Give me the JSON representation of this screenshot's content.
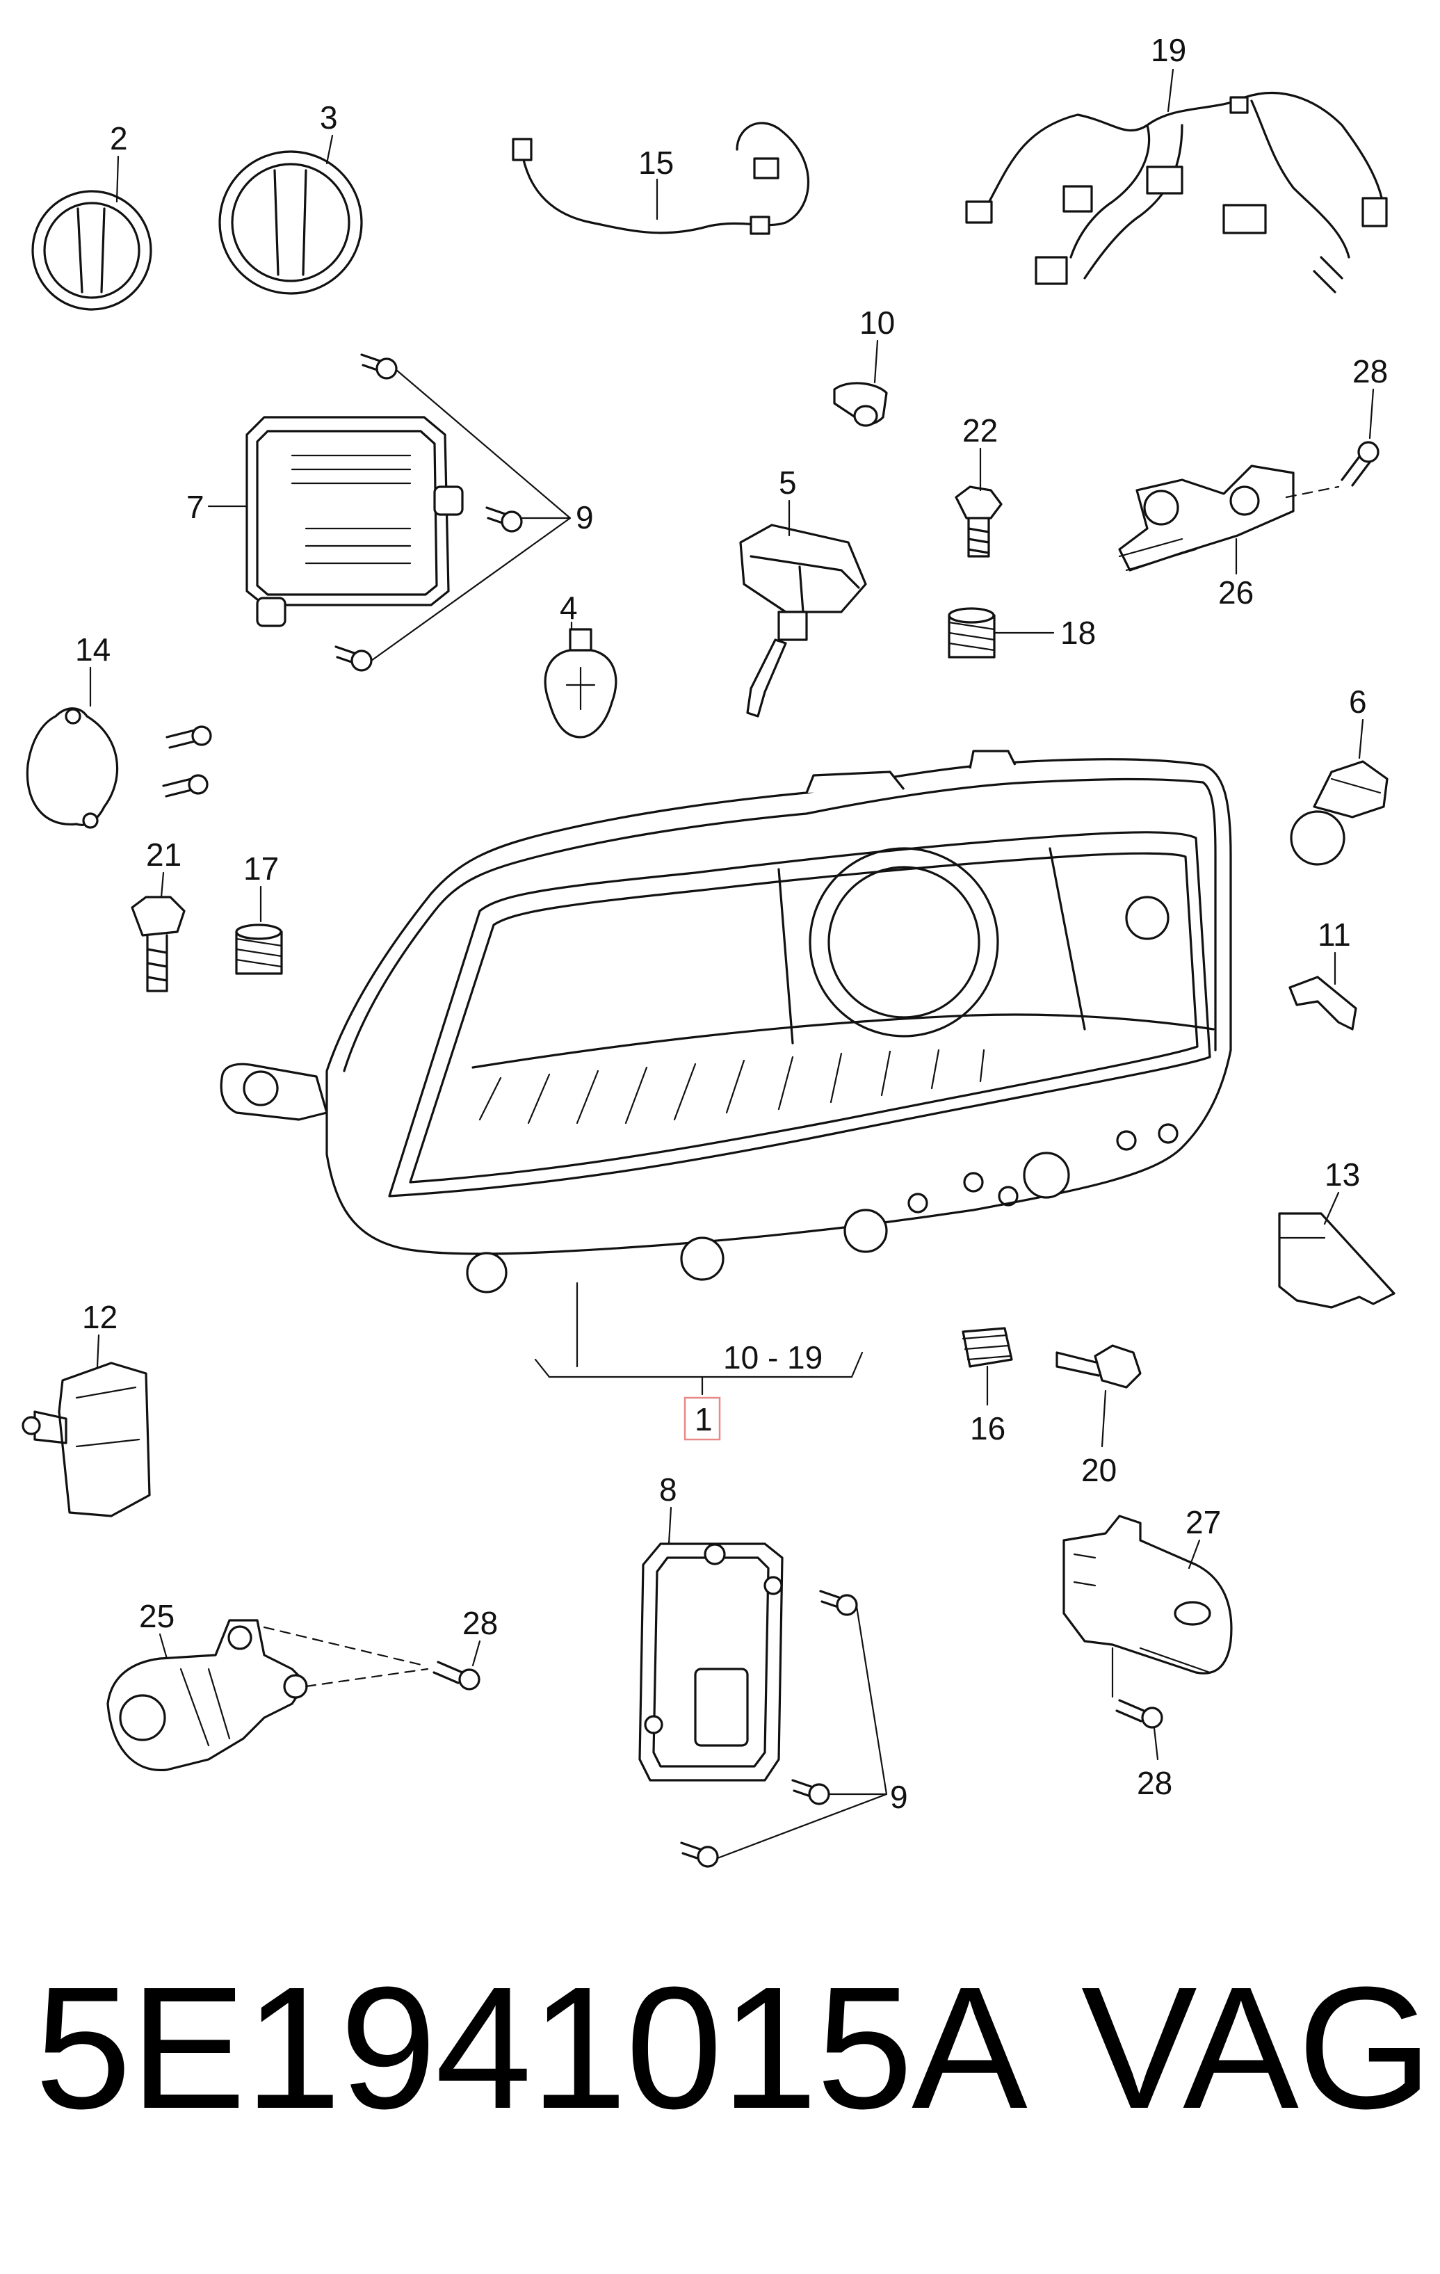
{
  "callouts": {
    "c1": "1",
    "c2": "2",
    "c3": "3",
    "c4": "4",
    "c5": "5",
    "c6": "6",
    "c7": "7",
    "c8": "8",
    "c9a": "9",
    "c9b": "9",
    "c10": "10",
    "c11": "11",
    "c12": "12",
    "c13": "13",
    "c14": "14",
    "c15": "15",
    "c16": "16",
    "c17": "17",
    "c18": "18",
    "c19": "19",
    "c20": "20",
    "c21": "21",
    "c22": "22",
    "c25": "25",
    "c26": "26",
    "c27": "27",
    "c28a": "28",
    "c28b": "28",
    "c28c": "28",
    "range": "10 - 19"
  },
  "footer": {
    "part_number": "5E1941015A",
    "brand": "VAG"
  },
  "colors": {
    "line": "#111111",
    "highlight_box": "#e88888",
    "background": "#ffffff"
  }
}
